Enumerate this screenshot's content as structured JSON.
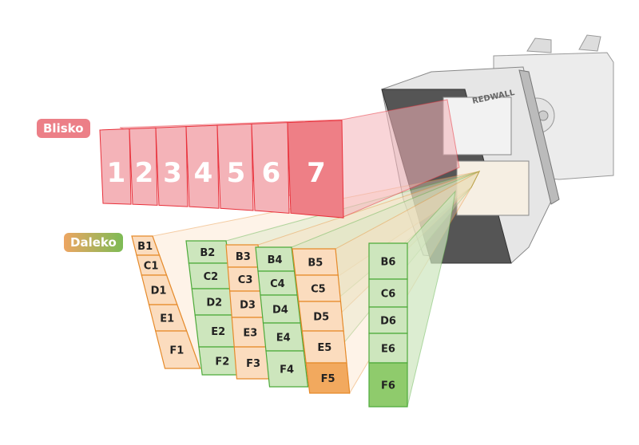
{
  "labels": {
    "near": "Blisko",
    "far": "Daleko"
  },
  "brand": "REDWALL",
  "near_zones": [
    "1",
    "2",
    "3",
    "4",
    "5",
    "6",
    "7"
  ],
  "near_highlighted": "7",
  "far_zones": [
    {
      "column": 1,
      "color": "orange",
      "cells": [
        "B1",
        "C1",
        "D1",
        "E1",
        "F1"
      ]
    },
    {
      "column": 2,
      "color": "green",
      "cells": [
        "B2",
        "C2",
        "D2",
        "E2",
        "F2"
      ]
    },
    {
      "column": 3,
      "color": "orange",
      "cells": [
        "B3",
        "C3",
        "D3",
        "E3",
        "F3"
      ]
    },
    {
      "column": 4,
      "color": "green",
      "cells": [
        "B4",
        "C4",
        "D4",
        "E4",
        "F4"
      ]
    },
    {
      "column": 5,
      "color": "orange",
      "cells": [
        "B5",
        "C5",
        "D5",
        "E5",
        "F5"
      ]
    },
    {
      "column": 6,
      "color": "green",
      "cells": [
        "B6",
        "C6",
        "D6",
        "E6",
        "F6"
      ]
    }
  ],
  "far_highlighted": [
    "F5",
    "F6"
  ],
  "colors": {
    "near": "#f4b3b8",
    "near_hi": "#ee7f86",
    "near_stroke": "#e8303a",
    "orange": "#fbdcbe",
    "orange_hi": "#f2a95e",
    "orange_stroke": "#e58a2a",
    "green": "#cde6bd",
    "green_hi": "#8fcb6c",
    "green_stroke": "#4daa3a"
  }
}
